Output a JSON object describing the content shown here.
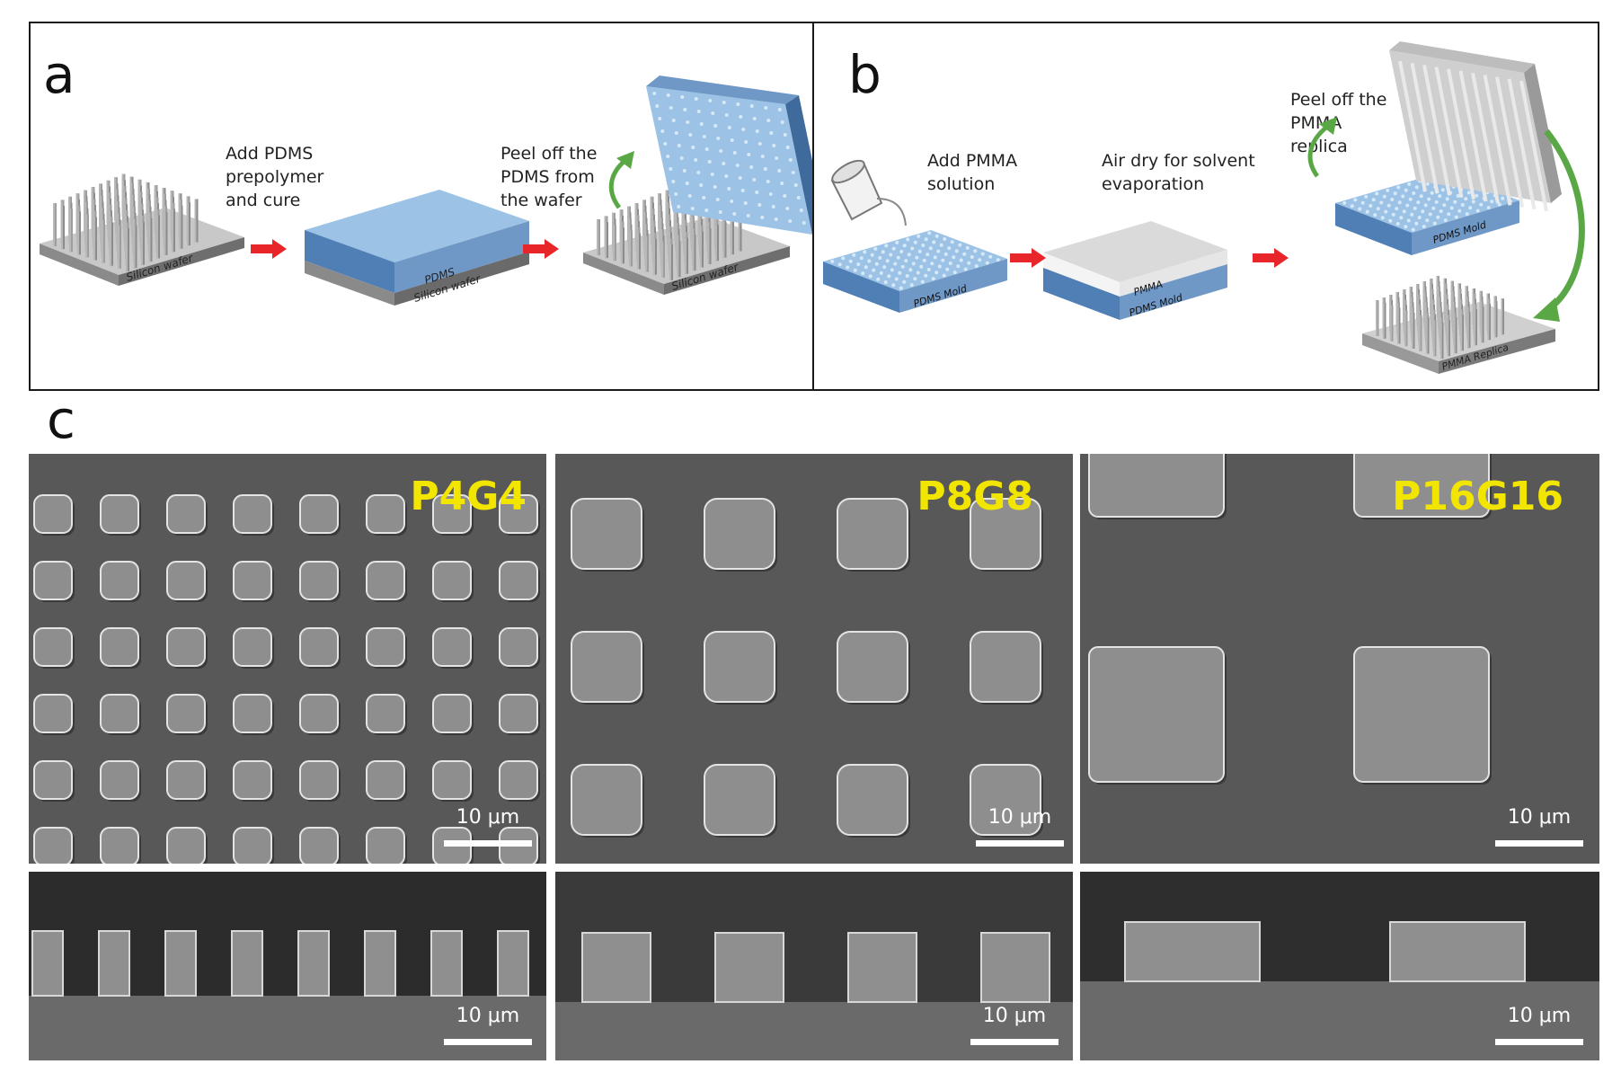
{
  "panels": {
    "a": {
      "letter": "a",
      "steps": [
        "Add PDMS\nprepolymer\nand cure",
        "Peel off the\nPDMS from\nthe wafer"
      ],
      "labels": {
        "wafer1": "Silicon wafer",
        "pdms": "PDMS",
        "wafer2": "Silicon wafer",
        "wafer3": "Silicon wafer"
      }
    },
    "b": {
      "letter": "b",
      "steps": [
        "Add PMMA\nsolution",
        "Air dry for solvent\nevaporation",
        "Peel off the\nPMMA\nreplica"
      ],
      "labels": {
        "mold1": "PDMS Mold",
        "pmma": "PMMA",
        "mold2": "PDMS Mold",
        "mold3": "PDMS Mold",
        "replica": "PMMA Replica"
      }
    },
    "c": {
      "letter": "c",
      "samples": [
        "P4G4",
        "P8G8",
        "P16G16"
      ],
      "scalebar": "10 μm"
    }
  },
  "colors": {
    "arrow": "#e8262a",
    "curve": "#5aa845",
    "pdms_light": "#9cc3e6",
    "pdms_dark": "#4f7fb5",
    "label_yellow": "#f2e600"
  }
}
